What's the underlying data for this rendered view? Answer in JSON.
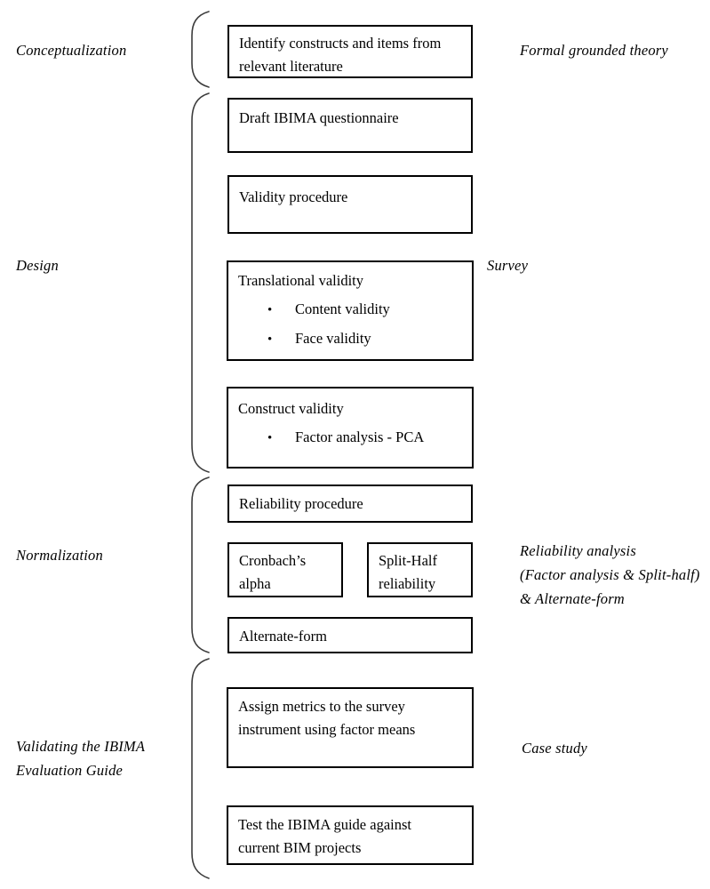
{
  "left_labels": {
    "conceptualization": "Conceptualization",
    "design": "Design",
    "normalization": "Normalization",
    "validating_line1": "Validating the IBIMA",
    "validating_line2": "Evaluation Guide"
  },
  "right_labels": {
    "formal_grounded_theory": "Formal grounded theory",
    "survey": "Survey",
    "reliability_line1": "Reliability analysis",
    "reliability_line2": "(Factor analysis & Split-half)",
    "reliability_line3": "& Alternate-form",
    "case_study": "Case study"
  },
  "boxes": {
    "identify": {
      "lines": [
        "Identify constructs and items from",
        "relevant literature"
      ]
    },
    "draft": {
      "lines": [
        "Draft IBIMA questionnaire"
      ]
    },
    "validity_procedure": {
      "lines": [
        "Validity procedure"
      ]
    },
    "translational": {
      "title": "Translational validity",
      "bullets": [
        "Content validity",
        "Face validity"
      ]
    },
    "construct": {
      "title": "Construct validity",
      "bullets": [
        "Factor analysis - PCA"
      ]
    },
    "reliability_procedure": {
      "lines": [
        "Reliability procedure"
      ]
    },
    "cronbach": {
      "lines": [
        "Cronbach’s",
        "alpha"
      ]
    },
    "split_half": {
      "lines": [
        "Split-Half",
        "reliability"
      ]
    },
    "alternate_form": {
      "lines": [
        "Alternate-form"
      ]
    },
    "assign_metrics": {
      "lines": [
        "Assign metrics to the survey",
        "instrument using factor means"
      ]
    },
    "test_guide": {
      "lines": [
        "Test the IBIMA guide against",
        "current BIM projects"
      ]
    }
  },
  "glyphs": {
    "bullet": "•"
  },
  "colors": {
    "box_border": "#000000",
    "brace": "#3d3d3d",
    "text": "#000000",
    "background": "#ffffff"
  }
}
